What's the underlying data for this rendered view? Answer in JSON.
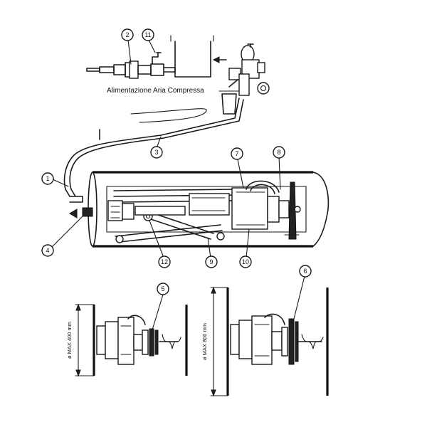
{
  "diagram": {
    "caption": "Alimentazione Aria Compressa",
    "callouts": {
      "c1": "1",
      "c2": "2",
      "c3": "3",
      "c4": "4",
      "c5": "5",
      "c6": "6",
      "c7": "7",
      "c8": "8",
      "c9": "9",
      "c10": "10",
      "c11": "11",
      "c12": "12"
    },
    "dimensions": {
      "small_pipe": "ø MAX 400 mm",
      "large_pipe": "ø MAX 800 mm"
    }
  }
}
